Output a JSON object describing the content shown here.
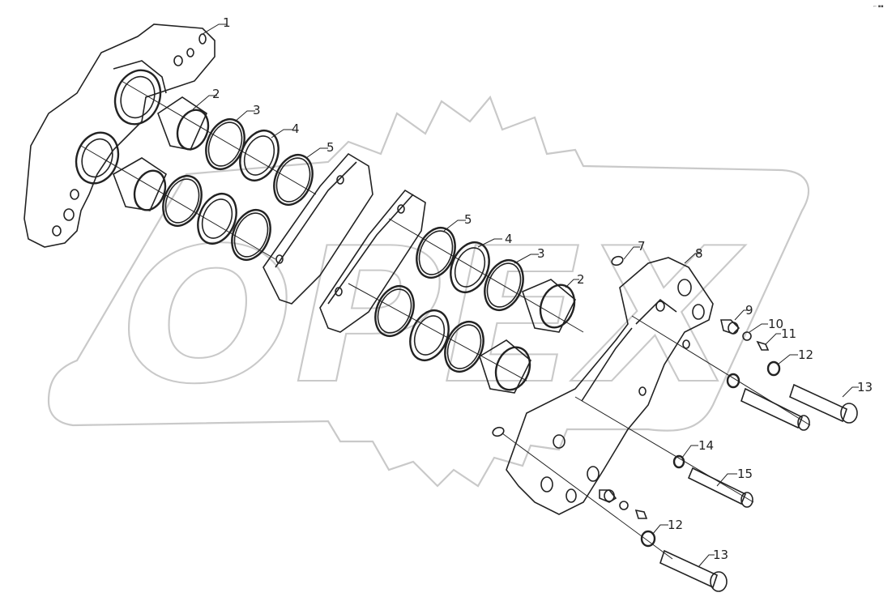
{
  "watermark": {
    "text": "OPEX",
    "color": "#c9c9c9"
  },
  "corner_mark": "⌐ ▪▪",
  "callouts": [
    {
      "id": "c1",
      "label": "1"
    },
    {
      "id": "c2a",
      "label": "2"
    },
    {
      "id": "c3a",
      "label": "3"
    },
    {
      "id": "c4a",
      "label": "4"
    },
    {
      "id": "c5a",
      "label": "5"
    },
    {
      "id": "c5b",
      "label": "5"
    },
    {
      "id": "c4b",
      "label": "4"
    },
    {
      "id": "c3b",
      "label": "3"
    },
    {
      "id": "c2b",
      "label": "2"
    },
    {
      "id": "c7",
      "label": "7"
    },
    {
      "id": "c8",
      "label": "8"
    },
    {
      "id": "c9",
      "label": "9"
    },
    {
      "id": "c10",
      "label": "10"
    },
    {
      "id": "c11",
      "label": "11"
    },
    {
      "id": "c12a",
      "label": "12"
    },
    {
      "id": "c13a",
      "label": "13"
    },
    {
      "id": "c14",
      "label": "14"
    },
    {
      "id": "c15",
      "label": "15"
    },
    {
      "id": "c12b",
      "label": "12"
    },
    {
      "id": "c13b",
      "label": "13"
    }
  ]
}
